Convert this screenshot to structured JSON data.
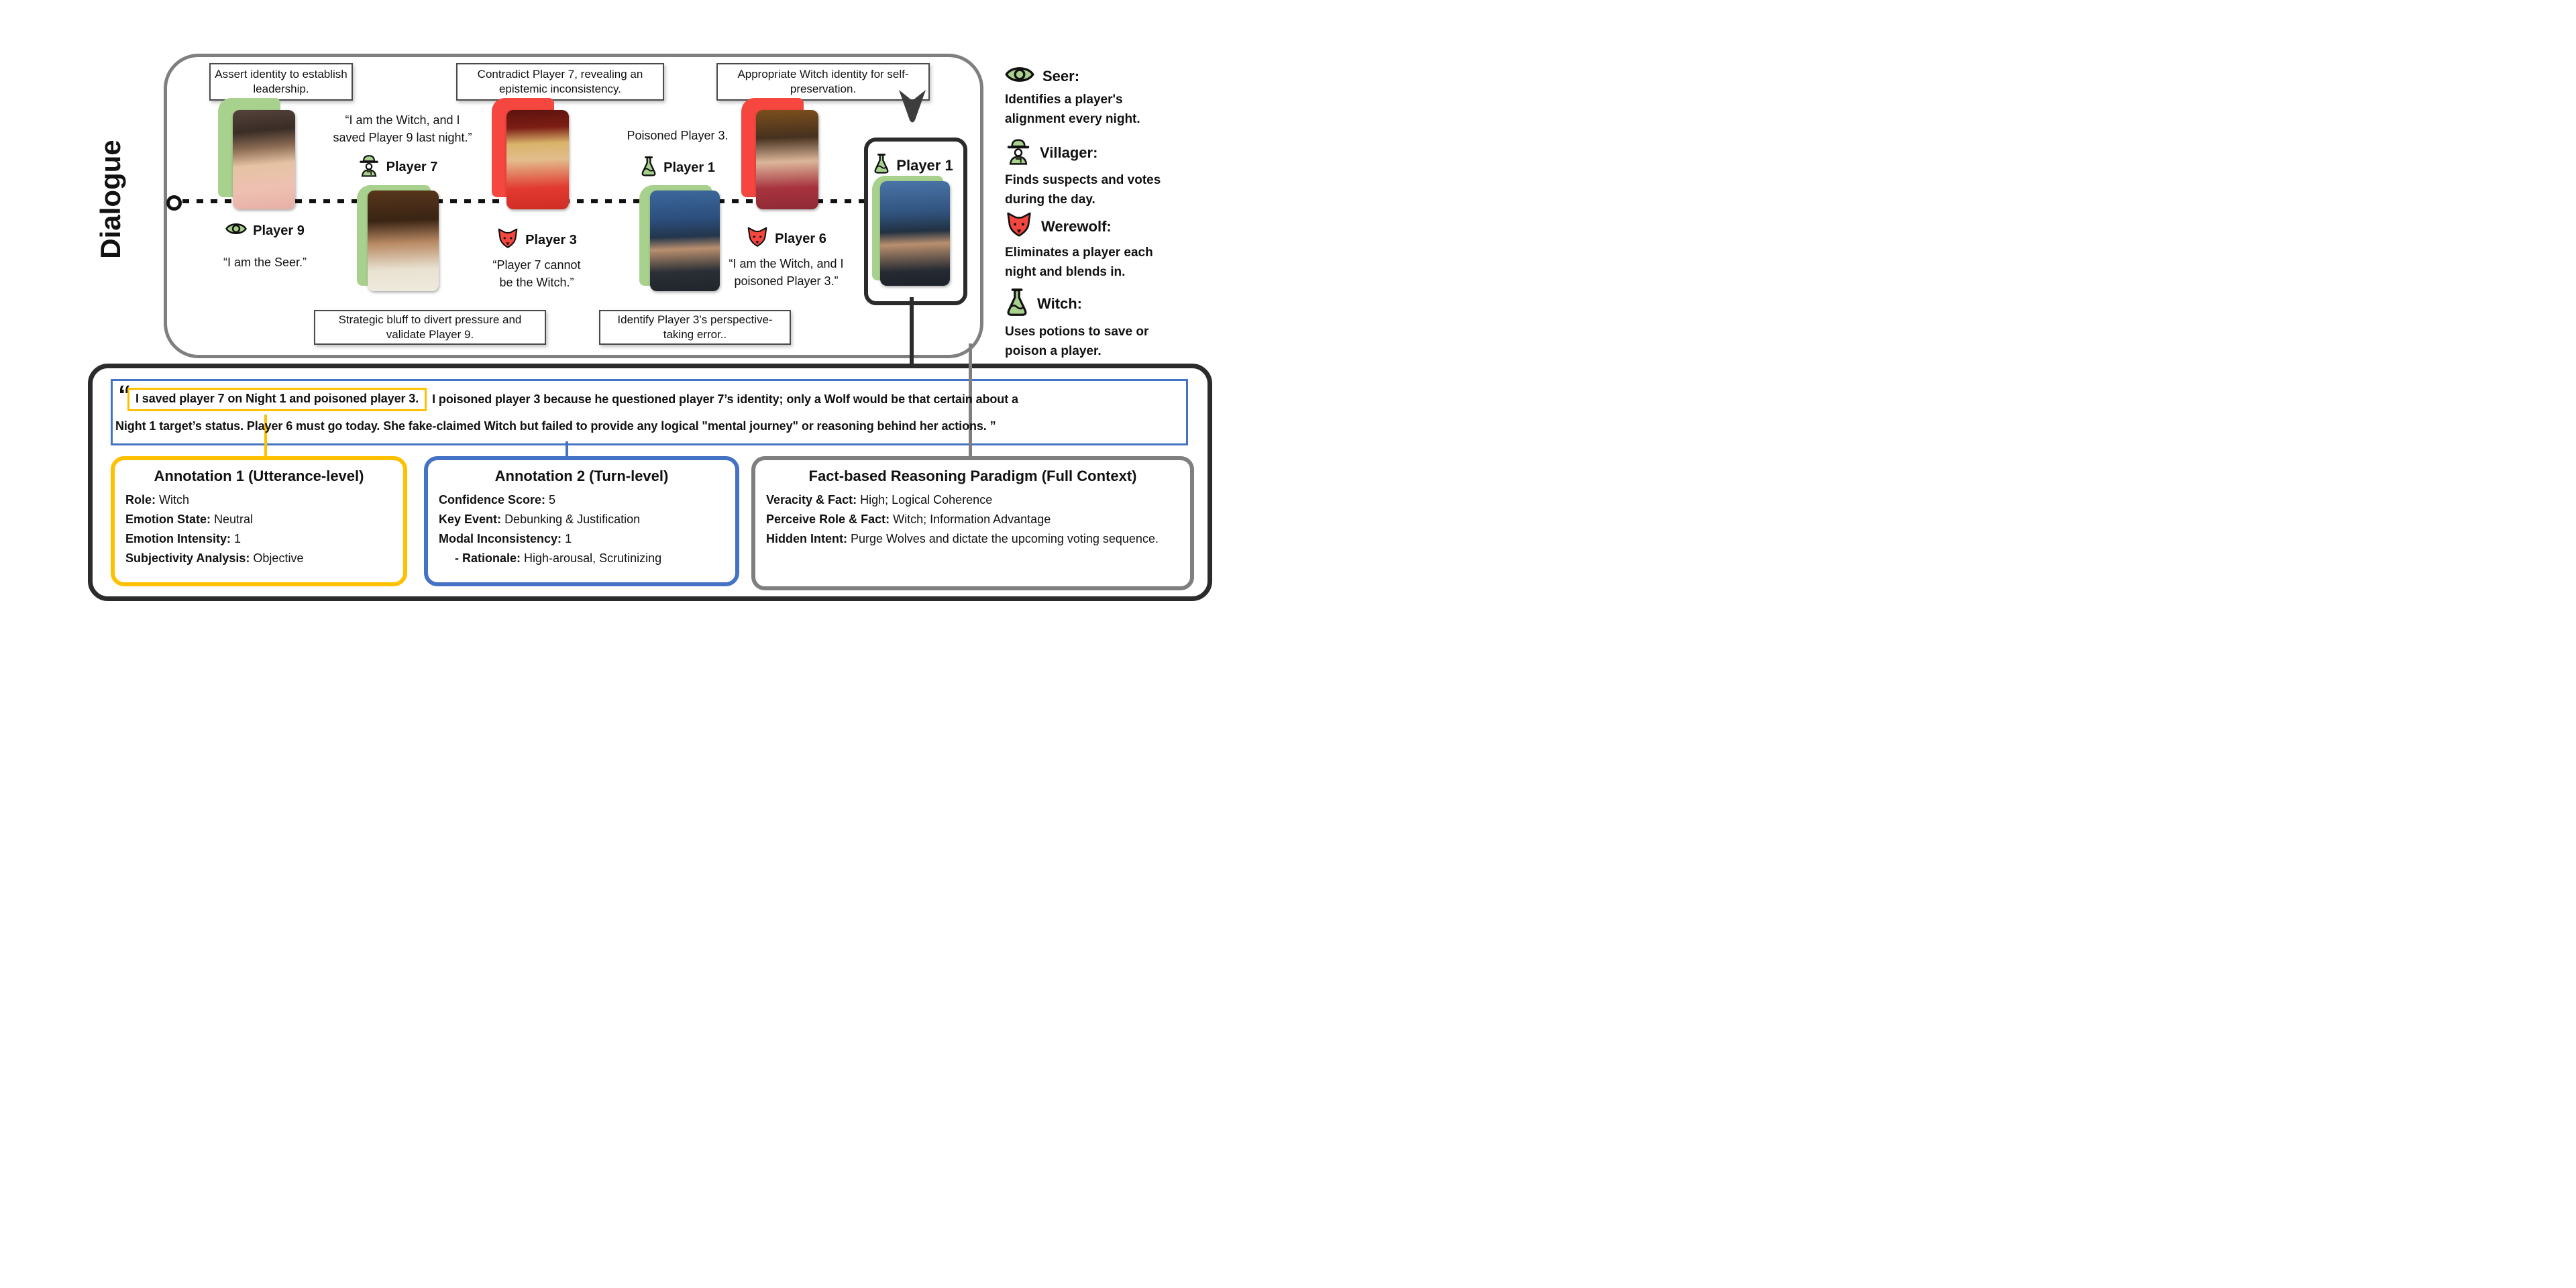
{
  "figure": {
    "section_label": "Dialogue"
  },
  "colors": {
    "accent_green": "#A9D18E",
    "accent_red": "#F5463F",
    "accent_gold": "#FFC000",
    "accent_blue": "#4472C4",
    "panel_gray": "#7F7F7F",
    "panel_dark": "#2B2B2B"
  },
  "players": [
    {
      "name": "Player 9",
      "role": "seer",
      "icon": "seer-eye-icon",
      "callout": "Assert identity to establish leadership.",
      "quote": "“I am the Seer.”"
    },
    {
      "name": "Player 7",
      "role": "villager",
      "icon": "villager-icon",
      "quote": "“I am the Witch, and I saved Player 9 last night.”",
      "callout": "Strategic bluff to divert pressure and validate Player 9."
    },
    {
      "name": "Player 3",
      "role": "werewolf",
      "icon": "werewolf-fox-icon",
      "callout": "Contradict Player 7, revealing an epistemic inconsistency.",
      "quote": "“Player 7 cannot be the Witch.”"
    },
    {
      "name": "Player 1",
      "role": "witch",
      "icon": "witch-flask-icon",
      "action": "Poisoned Player 3.",
      "callout": "Identify Player 3’s perspective-taking error.."
    },
    {
      "name": "Player 6",
      "role": "werewolf",
      "icon": "werewolf-fox-icon",
      "callout": "Appropriate Witch identity for self-preservation.",
      "quote": "“I am the Witch, and I poisoned Player 3.”"
    }
  ],
  "speaker_card": {
    "name": "Player 1",
    "icon": "witch-flask-icon"
  },
  "legend": {
    "items": [
      {
        "role": "Seer:",
        "icon": "seer-eye-icon",
        "desc": "Identifies a player's alignment every night."
      },
      {
        "role": "Villager:",
        "icon": "villager-icon",
        "desc": "Finds suspects and votes during the day."
      },
      {
        "role": "Werewolf:",
        "icon": "werewolf-fox-icon",
        "desc": "Eliminates a player each night and blends in."
      },
      {
        "role": "Witch:",
        "icon": "witch-flask-icon",
        "desc": "Uses potions to save or poison a player."
      }
    ]
  },
  "transcript": {
    "open_quote": "“",
    "highlighted": "I saved player 7 on Night 1 and poisoned player 3.",
    "line1_rest": "I poisoned player 3 because he questioned player 7’s identity; only a Wolf would be that certain about a",
    "line2": "Night 1 target’s status.  Player 6 must go today. She fake-claimed Witch but failed to provide any logical \"mental journey\" or reasoning behind her actions. ”"
  },
  "annotations": {
    "a1": {
      "title": "Annotation 1 (Utterance-level)",
      "fields": [
        {
          "label": "Role:",
          "value": "Witch"
        },
        {
          "label": "Emotion State:",
          "value": "Neutral"
        },
        {
          "label": "Emotion Intensity:",
          "value": "1"
        },
        {
          "label": "Subjectivity Analysis:",
          "value": "Objective"
        }
      ]
    },
    "a2": {
      "title": "Annotation 2 (Turn-level)",
      "fields": [
        {
          "label": "Confidence Score:",
          "value": "5"
        },
        {
          "label": "Key Event:",
          "value": "Debunking & Justification"
        },
        {
          "label": "Modal Inconsistency:",
          "value": "1"
        },
        {
          "label": "- Rationale:",
          "value": "High-arousal, Scrutinizing"
        }
      ]
    },
    "a3": {
      "title": "Fact-based Reasoning Paradigm (Full Context)",
      "fields": [
        {
          "label": "Veracity & Fact:",
          "value": "High; Logical Coherence"
        },
        {
          "label": "Perceive Role & Fact:",
          "value": "Witch; Information Advantage"
        },
        {
          "label": "Hidden Intent:",
          "value": "Purge Wolves and dictate the upcoming voting sequence."
        }
      ]
    }
  }
}
